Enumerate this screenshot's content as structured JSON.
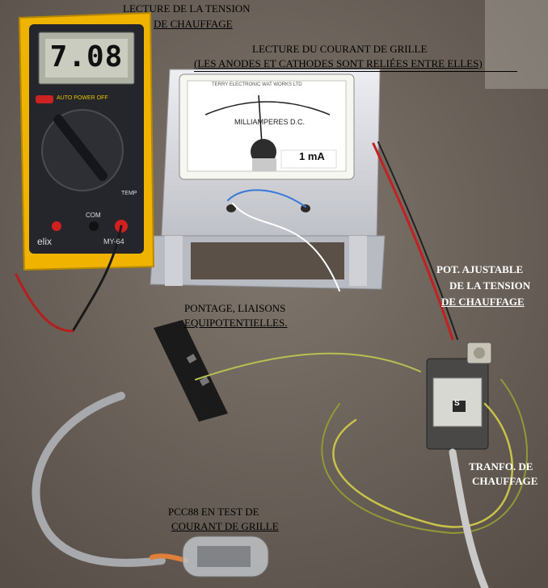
{
  "multimeter": {
    "display": "7.08",
    "brand": "elix",
    "model": "MY-64",
    "power_label": "AUTO POWER OFF",
    "com_label": "COM",
    "temp_label": "TEMP"
  },
  "meter": {
    "header": "TERRY ELECTRONIC WAT WORKS LTD",
    "unit_text": "MILLIAMPERES D.C.",
    "range_text": "1 mA"
  },
  "transformer": {
    "plate_text": "S"
  },
  "annotations": {
    "heater_voltage_reading": [
      "LECTURE DE LA TENSION",
      "DE CHAUFFAGE"
    ],
    "grid_current_reading": [
      "LECTURE DU COURANT DE GRILLE",
      "(LES ANODES ET CATHODES SONT RELIÉES ENTRE ELLES)"
    ],
    "bridging": [
      "PONTAGE, LIAISONS",
      "EQUIPOTENTIELLES."
    ],
    "pot_adjust": [
      "POT. AJUSTABLE",
      "DE LA TENSION",
      "DE CHAUFFAGE"
    ],
    "heater_transformer": [
      "TRANFO. DE",
      "CHAUFFAGE"
    ],
    "tube_under_test": [
      "PCC88 EN TEST DE",
      "COURANT DE GRILLE"
    ]
  },
  "colors": {
    "background": "#6f665f",
    "multimeter_body": "#f0b400",
    "meter_stand": "#dcdde3",
    "annotation_dark": "#000000",
    "annotation_light": "#ffffff"
  }
}
